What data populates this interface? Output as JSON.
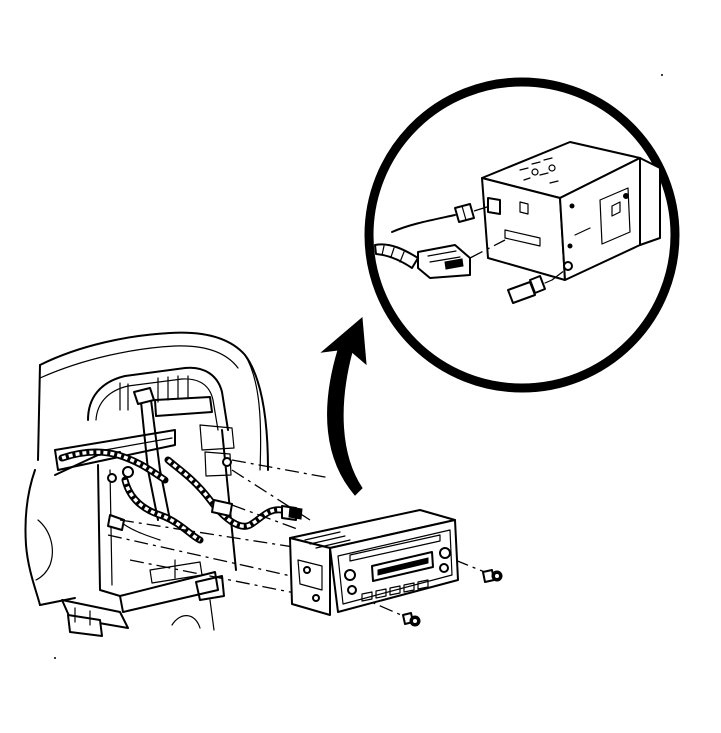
{
  "figure": {
    "background_color": "#ffffff",
    "line_color": "#000000",
    "components": [
      {
        "name": "instrument-panel",
        "icon": "dashboard-outline"
      },
      {
        "name": "radio-receiver",
        "icon": "radio-unit"
      },
      {
        "name": "wiring-harness",
        "icon": "harness-cable"
      },
      {
        "name": "mounting-bolts",
        "icon": "bolt"
      },
      {
        "name": "detail-callout",
        "icon": "magnifier-circle"
      },
      {
        "name": "callout-arrow",
        "icon": "curved-arrow"
      }
    ]
  }
}
